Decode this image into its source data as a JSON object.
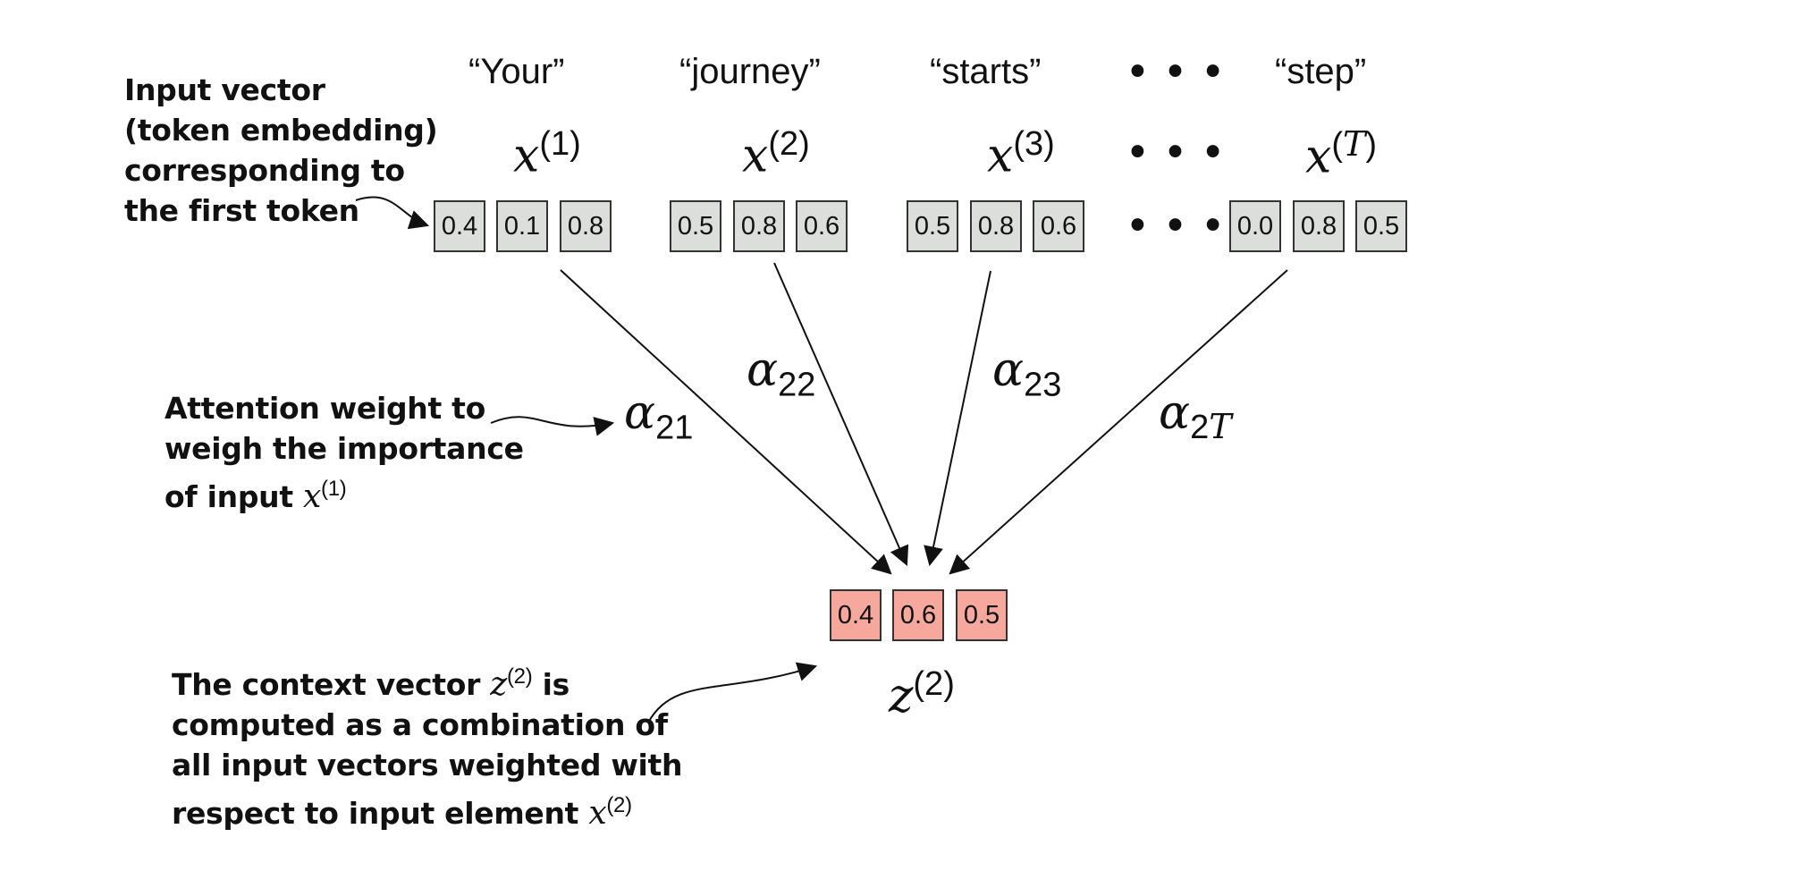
{
  "tokens": [
    {
      "text": "“Your”",
      "var": "x",
      "sup": "(1)",
      "values": [
        "0.4",
        "0.1",
        "0.8"
      ]
    },
    {
      "text": "“journey”",
      "var": "x",
      "sup": "(2)",
      "values": [
        "0.5",
        "0.8",
        "0.6"
      ]
    },
    {
      "text": "“starts”",
      "var": "x",
      "sup": "(3)",
      "values": [
        "0.5",
        "0.8",
        "0.6"
      ]
    },
    {
      "text": "“step”",
      "var": "x",
      "sup_open": "(",
      "sup_var": "T",
      "sup_close": ")",
      "values": [
        "0.0",
        "0.8",
        "0.5"
      ]
    }
  ],
  "ellipsis": "• • •",
  "weights": [
    {
      "symbol": "α",
      "sub": "21"
    },
    {
      "symbol": "α",
      "sub": "22"
    },
    {
      "symbol": "α",
      "sub": "23"
    },
    {
      "symbol": "α",
      "sub_prefix": "2",
      "sub_var": "T"
    }
  ],
  "context": {
    "var": "z",
    "sup": "(2)",
    "values": [
      "0.4",
      "0.6",
      "0.5"
    ]
  },
  "notes": {
    "input_vector": [
      "Input vector",
      "(token embedding)",
      "corresponding to",
      "the first token"
    ],
    "attention": {
      "line1": "Attention weight to",
      "line2": "weigh the importance",
      "line3_prefix": "of input ",
      "line3_var": "x",
      "line3_sup": "(1)"
    },
    "context_vector": {
      "line1_prefix": "The context vector ",
      "line1_var": "z",
      "line1_sup": "(2)",
      "line1_suffix": " is",
      "line2": "computed as a combination of",
      "line3": "all input vectors weighted with",
      "line4_prefix": "respect to input element ",
      "line4_var": "x",
      "line4_sup": "(2)"
    }
  },
  "colors": {
    "input_cell": "#dcdedc",
    "context_cell": "#f6a89c",
    "stroke": "#111111"
  }
}
